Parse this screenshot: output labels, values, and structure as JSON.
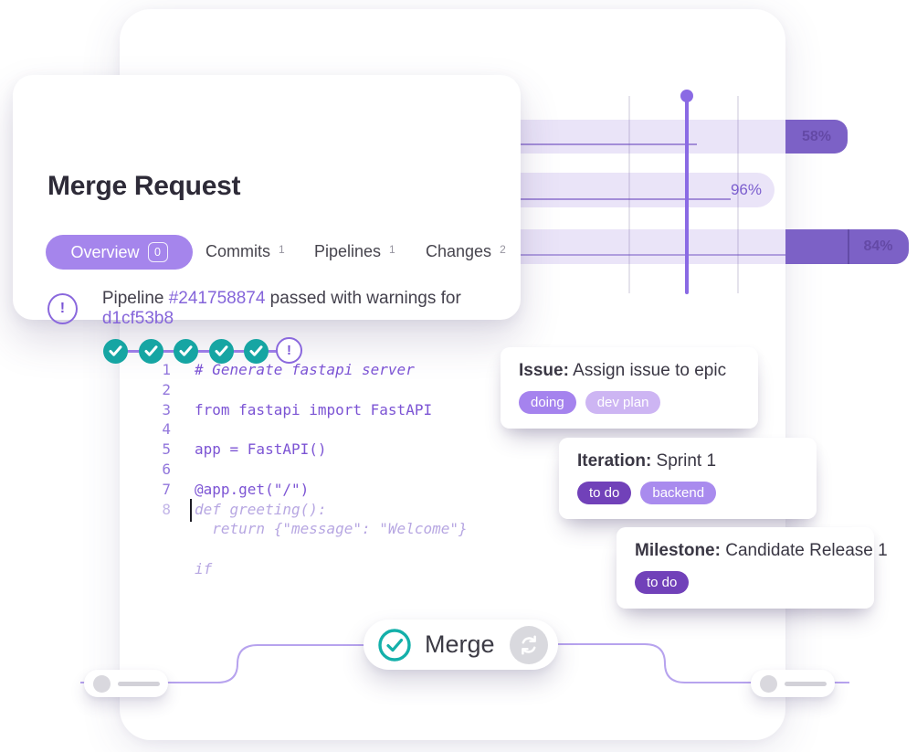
{
  "merge_request": {
    "title": "Merge Request",
    "tabs": [
      {
        "label": "Overview",
        "count": "0",
        "active": true
      },
      {
        "label": "Commits",
        "count": "1",
        "active": false
      },
      {
        "label": "Pipelines",
        "count": "1",
        "active": false
      },
      {
        "label": "Changes",
        "count": "2",
        "active": false
      }
    ],
    "pipeline": {
      "prefix": "Pipeline ",
      "pipeline_id": "#241758874",
      "middle": " passed with warnings for ",
      "commit": "d1cf53b8",
      "warning_glyph": "!",
      "stages": [
        "passed",
        "passed",
        "passed",
        "passed",
        "passed",
        "warning"
      ]
    }
  },
  "editor": {
    "lines": [
      {
        "num": "1",
        "text": "# Generate fastapi server",
        "style": "comment"
      },
      {
        "num": "2",
        "text": "",
        "style": "code"
      },
      {
        "num": "3",
        "text": "from fastapi import FastAPI",
        "style": "code"
      },
      {
        "num": "4",
        "text": "",
        "style": "code"
      },
      {
        "num": "5",
        "text": "app = FastAPI()",
        "style": "code"
      },
      {
        "num": "6",
        "text": "",
        "style": "code"
      },
      {
        "num": "7",
        "text": "@app.get(\"/\")",
        "style": "code"
      },
      {
        "num": "8",
        "text": "def greeting():",
        "style": "ghost",
        "cursor": true
      },
      {
        "num": "",
        "text": "  return {\"message\": \"Welcome\"}",
        "style": "ghost"
      },
      {
        "num": "",
        "text": "",
        "style": "ghost"
      },
      {
        "num": "",
        "text": "if",
        "style": "ghost"
      }
    ]
  },
  "cards": {
    "issue": {
      "label": "Issue:",
      "title": " Assign issue to epic",
      "tags": [
        {
          "text": "doing",
          "color": "#a583ee"
        },
        {
          "text": "dev plan",
          "color": "#cdb5f3"
        }
      ]
    },
    "iteration": {
      "label": "Iteration:",
      "title": " Sprint 1",
      "tags": [
        {
          "text": "to do",
          "color": "#7141b9"
        },
        {
          "text": "backend",
          "color": "#a98bee"
        }
      ]
    },
    "milestone": {
      "label": "Milestone:",
      "title": " Candidate Release 1",
      "tags": [
        {
          "text": "to do",
          "color": "#7141b9"
        }
      ]
    }
  },
  "merge_action": {
    "label": "Merge"
  },
  "chart_data": {
    "type": "bar",
    "orientation": "horizontal",
    "title": "",
    "values": [
      58,
      96,
      84
    ],
    "labels": [
      "58%",
      "96%",
      "84%"
    ],
    "grid": true,
    "marker_line": true,
    "bar_color_light": "#e9e2f7",
    "bar_color_dark": "#7c61c6"
  },
  "colors": {
    "accent_purple": "#a585ec",
    "link_purple": "#8565da",
    "code_purple": "#7c54d4",
    "ghost_purple": "#b7a7e2",
    "teal_success": "#16a5a3",
    "tag_dark": "#7141b9",
    "tag_mid": "#a583ee",
    "tag_light": "#cdb5f3",
    "marker_purple": "#8a6ae4"
  }
}
